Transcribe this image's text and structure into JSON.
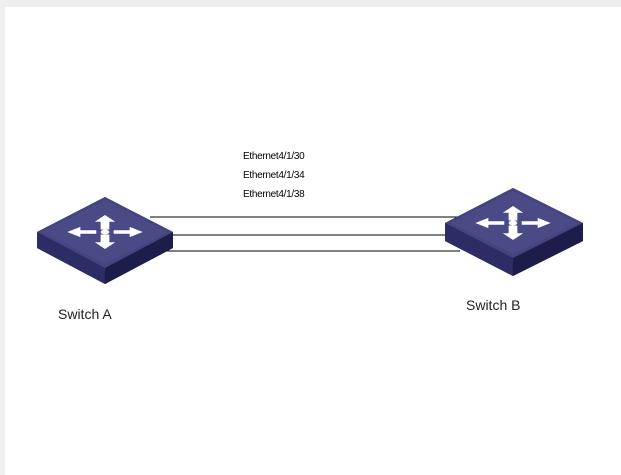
{
  "ports": [
    {
      "label": "Ethernet4/1/30"
    },
    {
      "label": "Ethernet4/1/34"
    },
    {
      "label": "Ethernet4/1/38"
    }
  ],
  "switches": [
    {
      "label": "Switch A",
      "icon": "switch-icon"
    },
    {
      "label": "Switch B",
      "icon": "switch-icon"
    }
  ],
  "colors": {
    "switch_top": "#3f3f7a",
    "switch_side_left": "#2a2a5c",
    "switch_side_right": "#1f1f4a",
    "arrow": "#ffffff",
    "link": "#000000"
  }
}
